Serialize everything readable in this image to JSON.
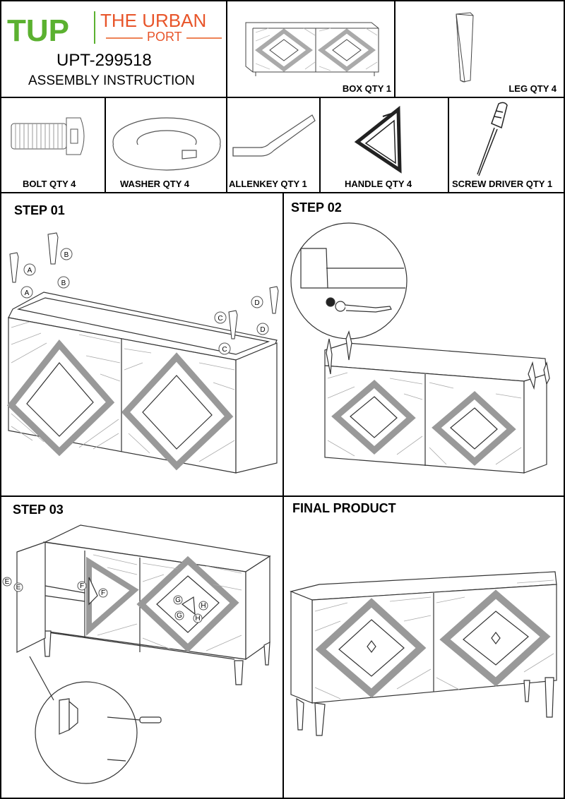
{
  "header": {
    "logo_mark": "TUP",
    "brand_name": "THE URBAN",
    "brand_sub": "PORT",
    "model_code": "UPT-299518",
    "title": "ASSEMBLY INSTRUCTION",
    "brand_colors": {
      "green": "#5bb130",
      "orange": "#e85a1e"
    }
  },
  "parts": [
    {
      "label": "BOX QTY 1",
      "icon": "box-icon"
    },
    {
      "label": "LEG QTY 4",
      "icon": "leg-icon"
    },
    {
      "label": "BOLT  QTY 4",
      "icon": "bolt-icon"
    },
    {
      "label": "WASHER  QTY 4",
      "icon": "washer-icon"
    },
    {
      "label": "ALLENKEY QTY 1",
      "icon": "allen-key-icon"
    },
    {
      "label": "HANDLE QTY 4",
      "icon": "handle-icon"
    },
    {
      "label": "SCREW DRIVER QTY 1",
      "icon": "screwdriver-icon"
    }
  ],
  "steps": [
    {
      "title": "STEP 01",
      "markers": [
        "A",
        "A",
        "B",
        "B",
        "C",
        "C",
        "D",
        "D"
      ]
    },
    {
      "title": "STEP 02"
    },
    {
      "title": "STEP 03",
      "markers": [
        "E",
        "E",
        "F",
        "F",
        "G",
        "G",
        "H",
        "H"
      ]
    },
    {
      "title": "FINAL PRODUCT"
    }
  ]
}
